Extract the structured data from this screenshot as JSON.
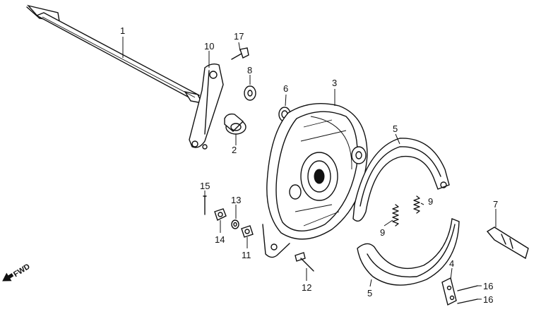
{
  "callouts": {
    "c1": "1",
    "c2": "2",
    "c3": "3",
    "c4": "4",
    "c5a": "5",
    "c5b": "5",
    "c6": "6",
    "c7": "7",
    "c8": "8",
    "c9a": "9",
    "c9b": "9",
    "c10": "10",
    "c11": "11",
    "c12": "12",
    "c13": "13",
    "c14": "14",
    "c15": "15",
    "c16a": "16",
    "c16b": "16",
    "c17": "17"
  },
  "direction_label": "FWD",
  "colors": {
    "ink": "#111111",
    "paper": "#ffffff"
  }
}
